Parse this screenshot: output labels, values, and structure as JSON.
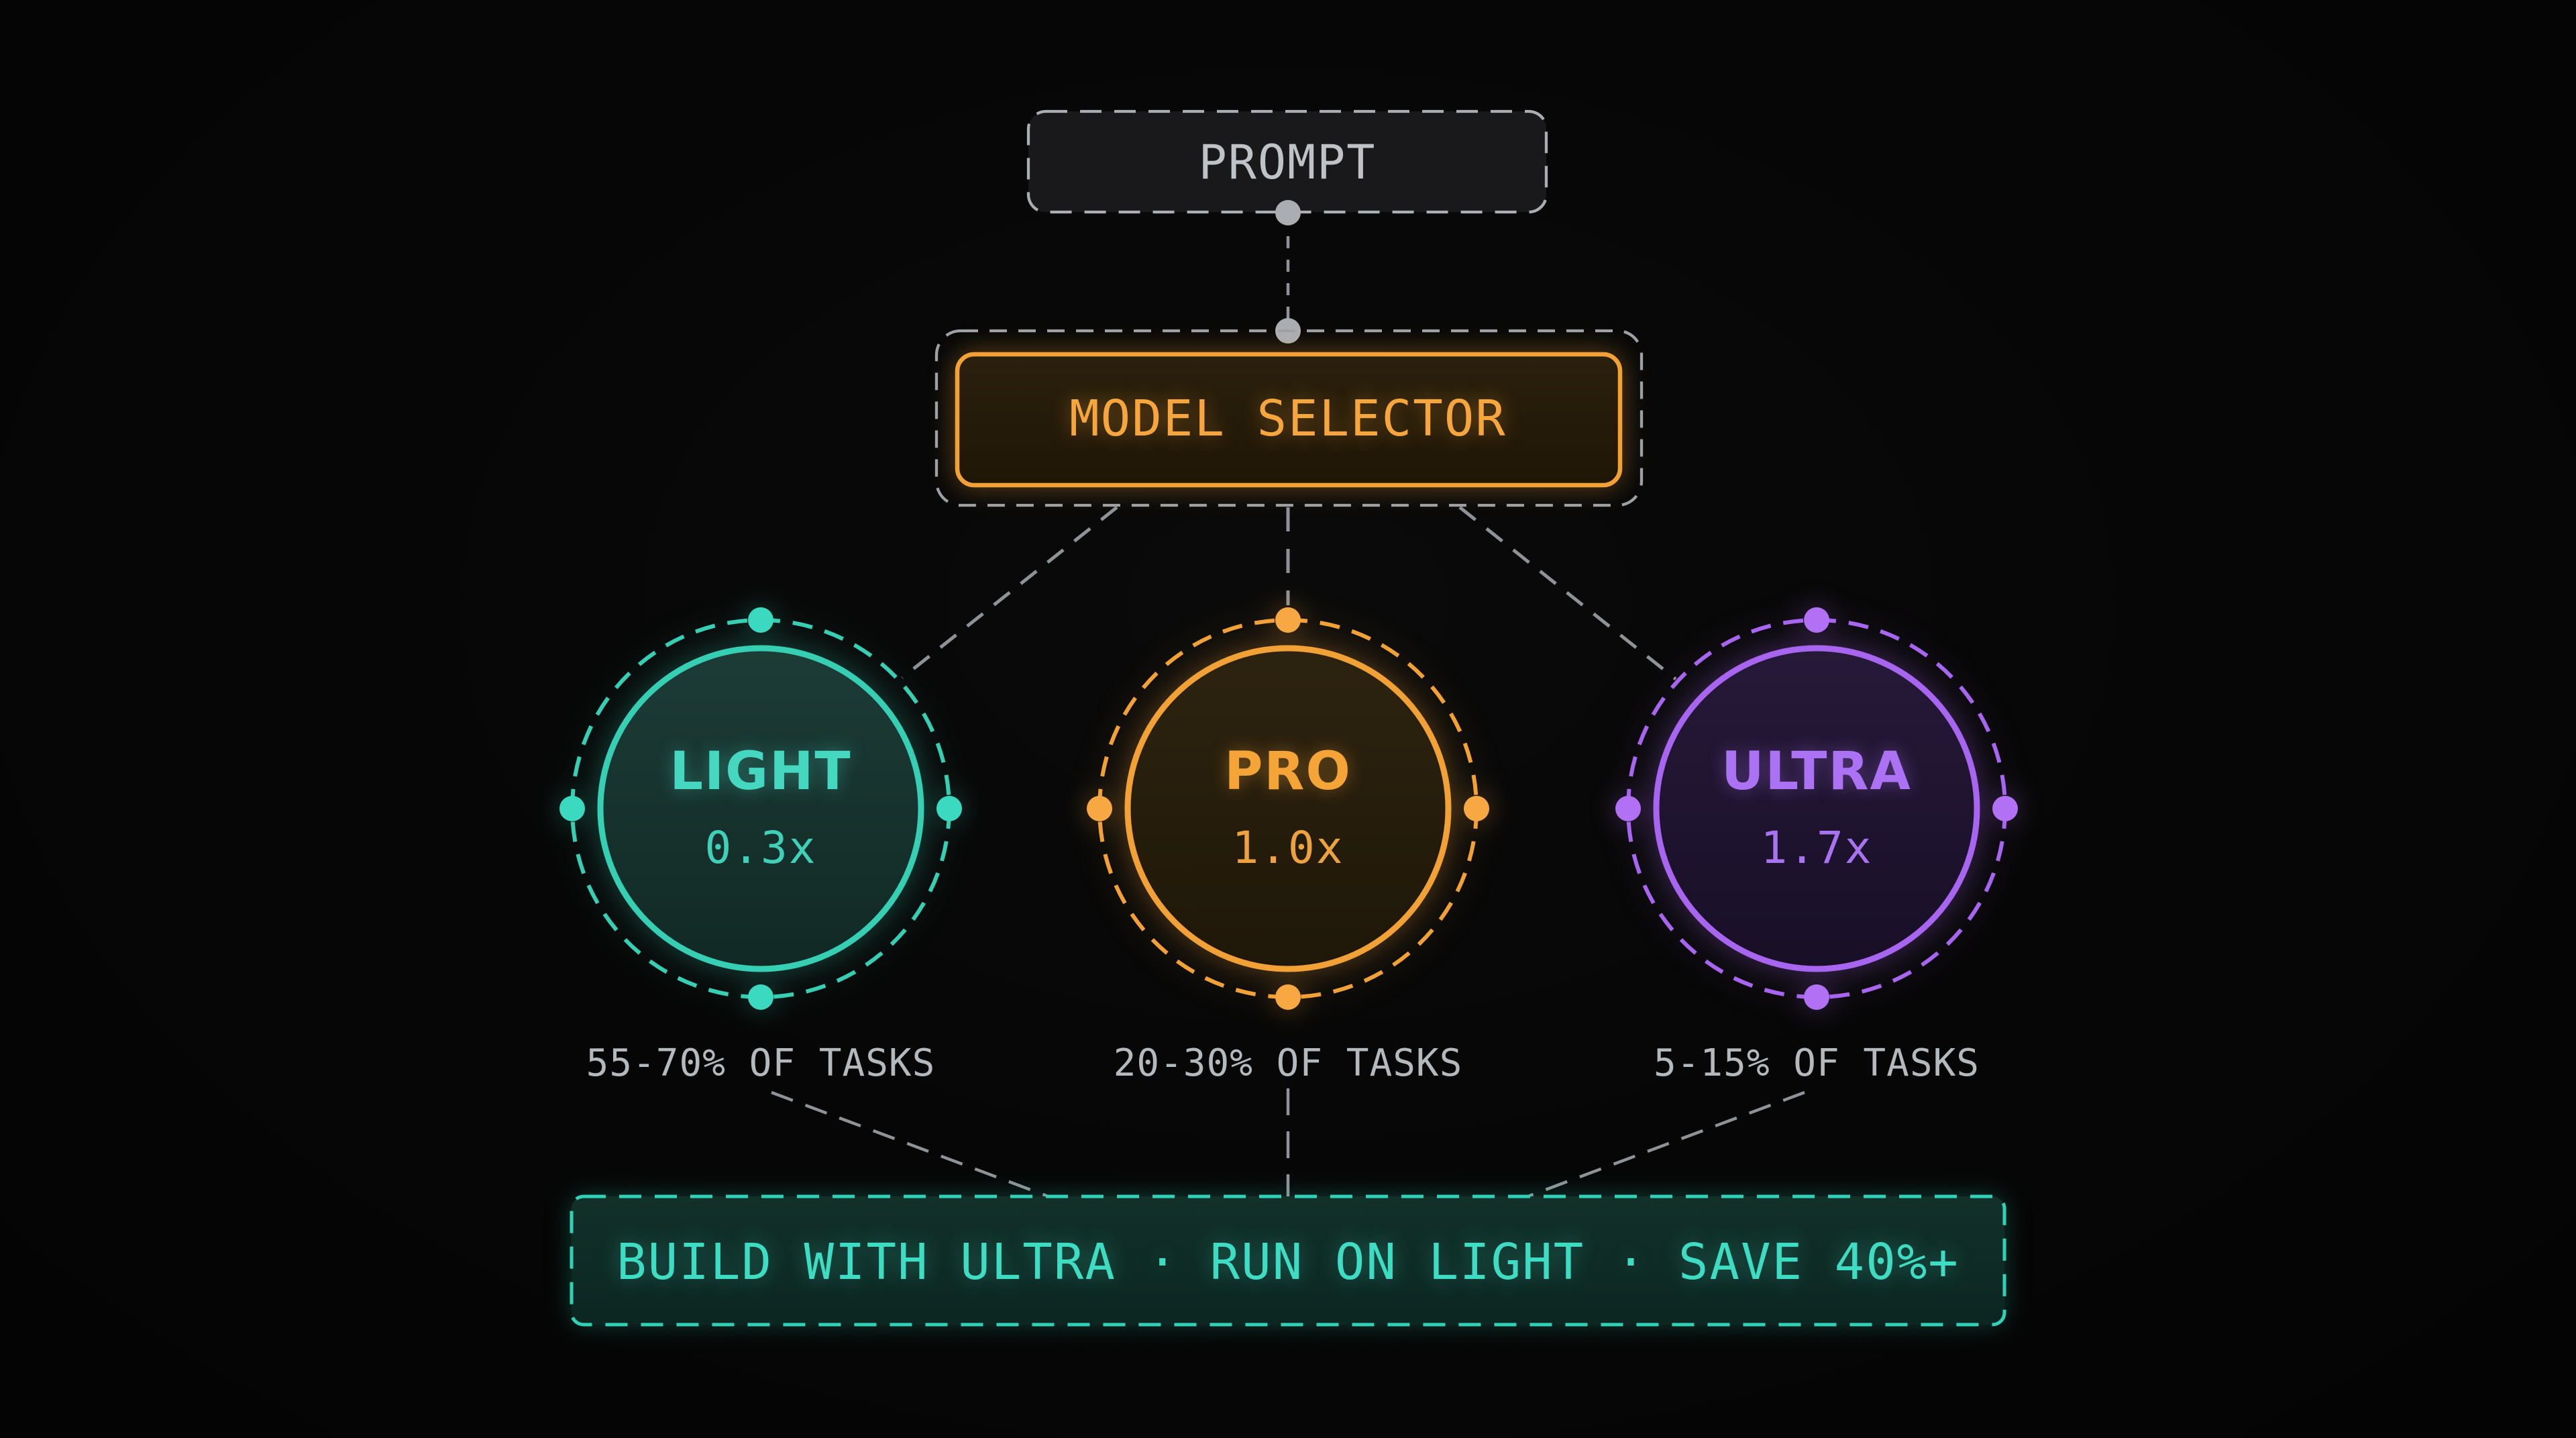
{
  "prompt": {
    "label": "PROMPT"
  },
  "selector": {
    "label": "MODEL SELECTOR"
  },
  "models": [
    {
      "id": "light",
      "name": "LIGHT",
      "multiplier": "0.3x",
      "share": "55-70% OF TASKS",
      "color": "#36cfb4"
    },
    {
      "id": "pro",
      "name": "PRO",
      "multiplier": "1.0x",
      "share": "20-30% OF TASKS",
      "color": "#f2a136"
    },
    {
      "id": "ultra",
      "name": "ULTRA",
      "multiplier": "1.7x",
      "share": "5-15% OF TASKS",
      "color": "#a765f0"
    }
  ],
  "footer": {
    "label": "BUILD WITH ULTRA · RUN ON LIGHT · SAVE 40%+"
  },
  "palette": {
    "background": "#060606",
    "connector_gray": "#8f9398",
    "box_border_gray": "#aaaeb3",
    "prompt_text_gray": "#bfc3c7",
    "share_text_gray": "#b4b9be",
    "teal": "#36cfb4",
    "orange": "#f2a136",
    "purple": "#a765f0",
    "footer_teal": "#3edcc2"
  }
}
